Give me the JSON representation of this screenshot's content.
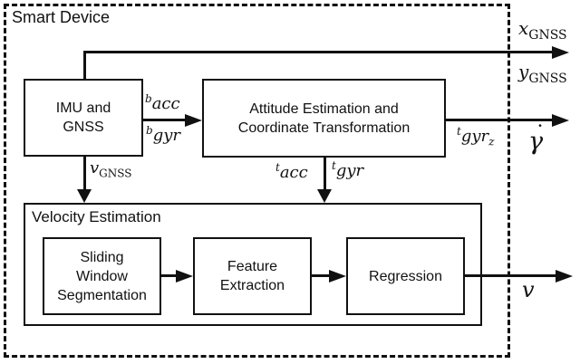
{
  "boundary": {
    "label": "Smart Device"
  },
  "blocks": {
    "imu": {
      "lines": [
        "IMU and",
        "GNSS"
      ]
    },
    "attitude": {
      "lines": [
        "Attitude Estimation and",
        "Coordinate Transformation"
      ]
    },
    "velocity": {
      "label": "Velocity Estimation"
    },
    "sliding": {
      "lines": [
        "Sliding",
        "Window",
        "Segmentation"
      ]
    },
    "feature": {
      "lines": [
        "Feature",
        "Extraction"
      ]
    },
    "regression": {
      "label": "Regression"
    }
  },
  "signals": {
    "b_acc": {
      "sup": "b",
      "base": "acc"
    },
    "b_gyr": {
      "sup": "b",
      "base": "gyr"
    },
    "v_gnss": {
      "base": "v",
      "sub": "GNSS"
    },
    "t_acc": {
      "sup": "t",
      "base": "acc"
    },
    "t_gyr": {
      "sup": "t",
      "base": "gyr"
    },
    "t_gyr_z": {
      "sup": "t",
      "base": "gyr",
      "sub": "z"
    },
    "x_gnss": {
      "base": "x",
      "sub": "GNSS"
    },
    "y_gnss": {
      "base": "y",
      "sub": "GNSS"
    },
    "gamma_dot": {
      "base": "γ",
      "accent": "˙"
    },
    "v_out": {
      "base": "v"
    }
  },
  "colors": {
    "line": "#111111",
    "background": "#ffffff"
  }
}
